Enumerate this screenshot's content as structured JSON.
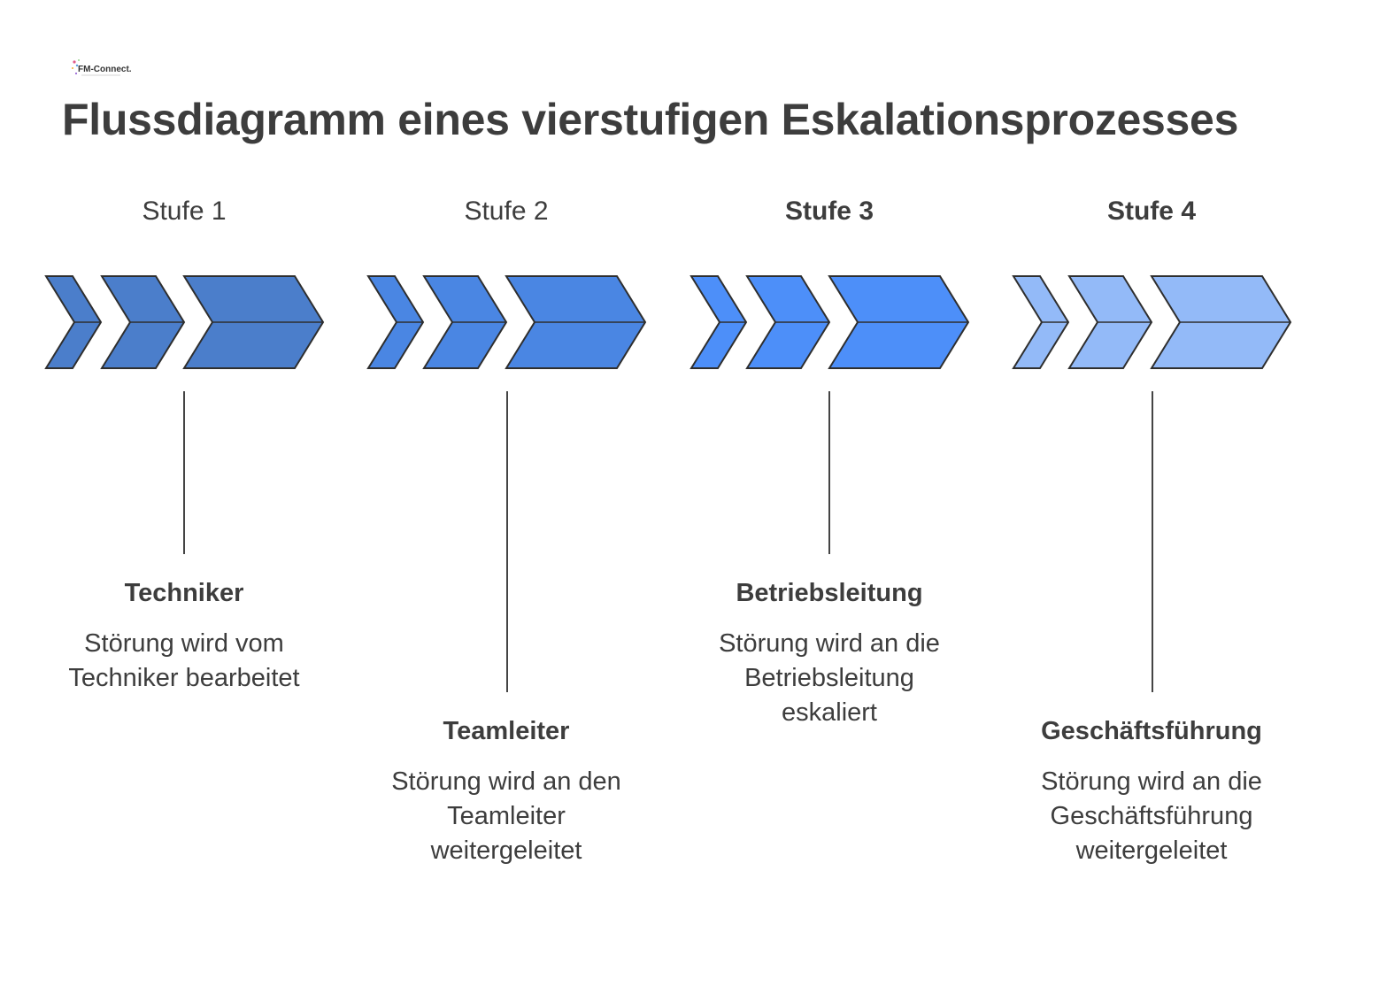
{
  "logo": {
    "text": "FM-Connect.com"
  },
  "title": "Flussdiagramm eines vierstufigen Eskalationsprozesses",
  "stages": [
    {
      "label": "Stufe 1",
      "role": "Techniker",
      "description": "Störung wird vom Techniker bearbeitet",
      "color": "#4b7ecb"
    },
    {
      "label": "Stufe 2",
      "role": "Teamleiter",
      "description": "Störung wird an den Teamleiter weitergeleitet",
      "color": "#4a86e3"
    },
    {
      "label": "Stufe 3",
      "role": "Betriebsleitung",
      "description": "Störung wird an die Betriebsleitung eskaliert",
      "color": "#4d8ff9"
    },
    {
      "label": "Stufe 4",
      "role": "Geschäftsführung",
      "description": "Störung wird an die Geschäftsführung weitergeleitet",
      "color": "#93baf8"
    }
  ]
}
